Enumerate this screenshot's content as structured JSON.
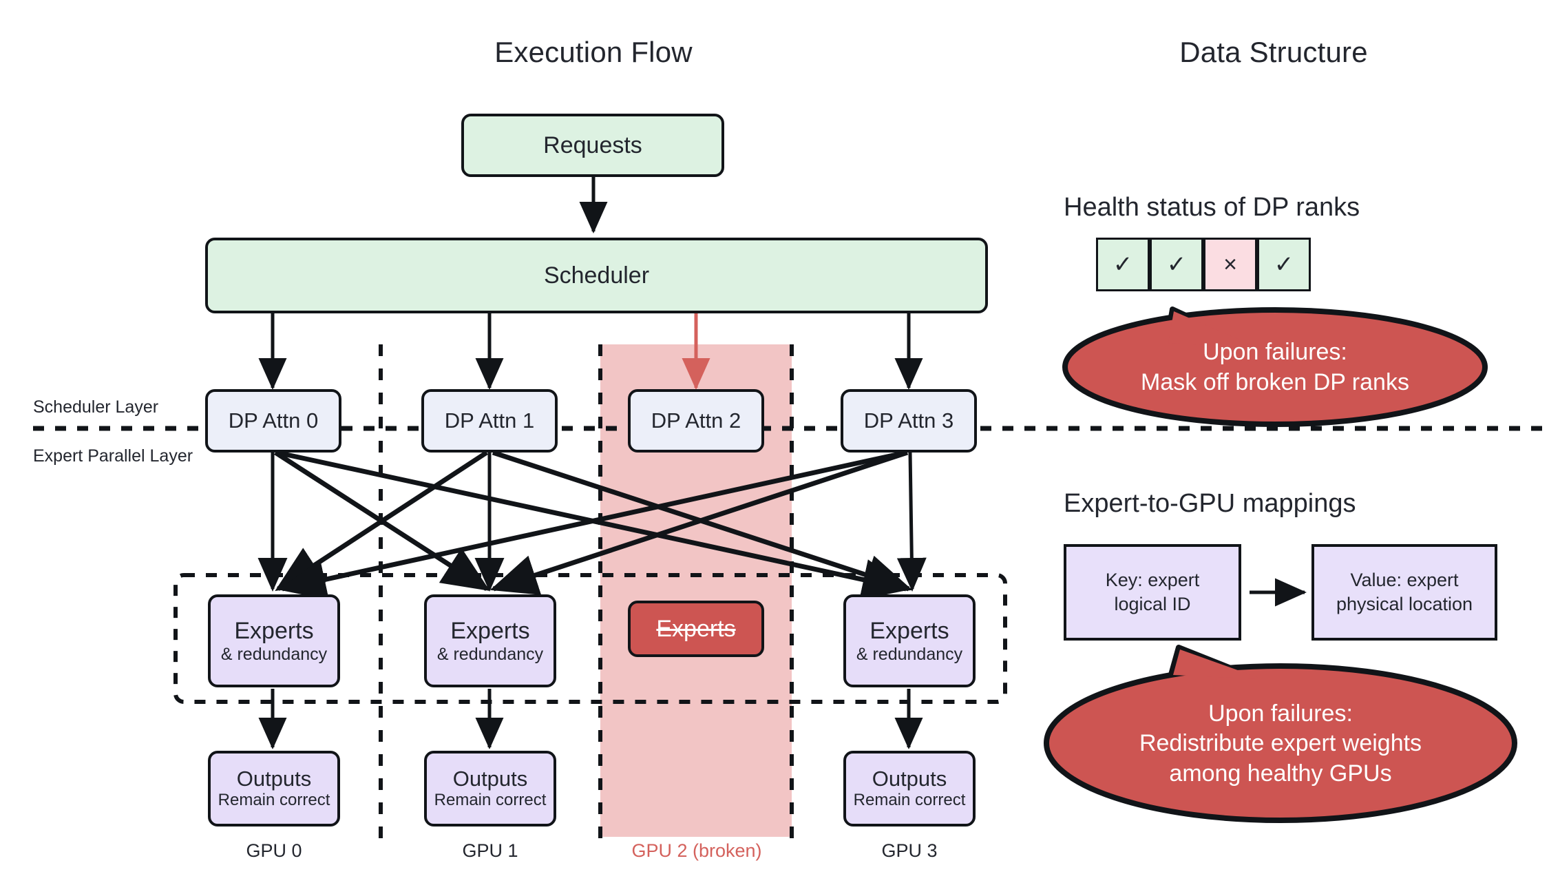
{
  "titles": {
    "left": "Execution Flow",
    "right": "Data Structure"
  },
  "execution_flow": {
    "requests": "Requests",
    "scheduler": "Scheduler",
    "layer_labels": {
      "scheduler_layer": "Scheduler Layer",
      "expert_parallel_layer": "Expert Parallel Layer"
    },
    "dp_attn": [
      {
        "label": "DP Attn 0",
        "state": "healthy"
      },
      {
        "label": "DP Attn 1",
        "state": "healthy"
      },
      {
        "label": "DP Attn 2",
        "state": "broken"
      },
      {
        "label": "DP Attn 3",
        "state": "healthy"
      }
    ],
    "experts": [
      {
        "title": "Experts",
        "sub": "& redundancy",
        "state": "healthy"
      },
      {
        "title": "Experts",
        "sub": "& redundancy",
        "state": "healthy"
      },
      {
        "title": "Experts",
        "sub": "",
        "state": "broken"
      },
      {
        "title": "Experts",
        "sub": "& redundancy",
        "state": "healthy"
      }
    ],
    "outputs": [
      {
        "title": "Outputs",
        "sub": "Remain correct"
      },
      {
        "title": "Outputs",
        "sub": "Remain correct"
      },
      {
        "title": "",
        "sub": ""
      },
      {
        "title": "Outputs",
        "sub": "Remain correct"
      }
    ],
    "gpu_labels": [
      {
        "label": "GPU 0",
        "broken": false
      },
      {
        "label": "GPU 1",
        "broken": false
      },
      {
        "label": "GPU 2 (broken)",
        "broken": true
      },
      {
        "label": "GPU 3",
        "broken": false
      }
    ]
  },
  "data_structure": {
    "health_section": {
      "title": "Health status of DP ranks",
      "cells": [
        {
          "glyph": "✓",
          "state": "ok"
        },
        {
          "glyph": "✓",
          "state": "ok"
        },
        {
          "glyph": "×",
          "state": "bad"
        },
        {
          "glyph": "✓",
          "state": "ok"
        }
      ],
      "callout": "Upon failures:\nMask off broken DP ranks"
    },
    "mapping_section": {
      "title": "Expert-to-GPU mappings",
      "key_box": "Key: expert\nlogical ID",
      "key_line1": "Key: expert",
      "key_line2": "logical ID",
      "value_line1": "Value: expert",
      "value_line2": "physical location",
      "callout": "Upon failures:\nRedistribute expert weights\namong healthy GPUs"
    }
  },
  "colors": {
    "green_fill": "#ddf2e2",
    "blue_fill": "#eceff9",
    "lavender_fill": "#e6ddf9",
    "red_fill": "#cd5552",
    "pink_column": "#f2c5c5",
    "pink_cell": "#fbdde2",
    "stroke": "#111418",
    "broken_text": "#d4615c"
  }
}
